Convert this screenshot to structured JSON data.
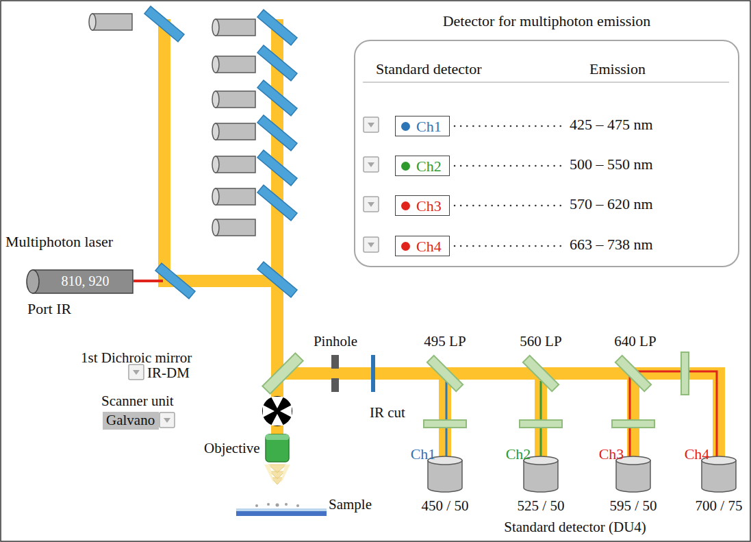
{
  "diagram": {
    "nodes": [
      {
        "text": [
          "Detector for multiphoton emission",
          "Standard detector",
          "Emission"
        ]
      },
      {
        "text": [
          "Ch1"
        ],
        "in": 0
      },
      {
        "text": [
          "Ch2"
        ],
        "in": 0
      },
      {
        "text": [
          "Ch3"
        ],
        "in": 0
      },
      {
        "text": [
          "Ch4"
        ],
        "in": 0
      },
      {
        "text": [
          "810, 920"
        ]
      },
      {
        "text": [
          "Galvano"
        ]
      }
    ],
    "labels": [
      "Multiphoton laser",
      "Port IR",
      "1st Dichroic mirror",
      "IR-DM",
      "Scanner unit",
      "Objective",
      "Sample",
      "Pinhole",
      "IR cut",
      "495 LP",
      "560 LP",
      "640 LP",
      "Ch1",
      "Ch2",
      "Ch3",
      "Ch4",
      "450 / 50",
      "525 / 50",
      "595 / 50",
      "700 / 75",
      "Standard detector (DU4)",
      "425 – 475 nm",
      "500 – 550 nm",
      "570 – 620 nm",
      "663 – 738 nm"
    ]
  }
}
